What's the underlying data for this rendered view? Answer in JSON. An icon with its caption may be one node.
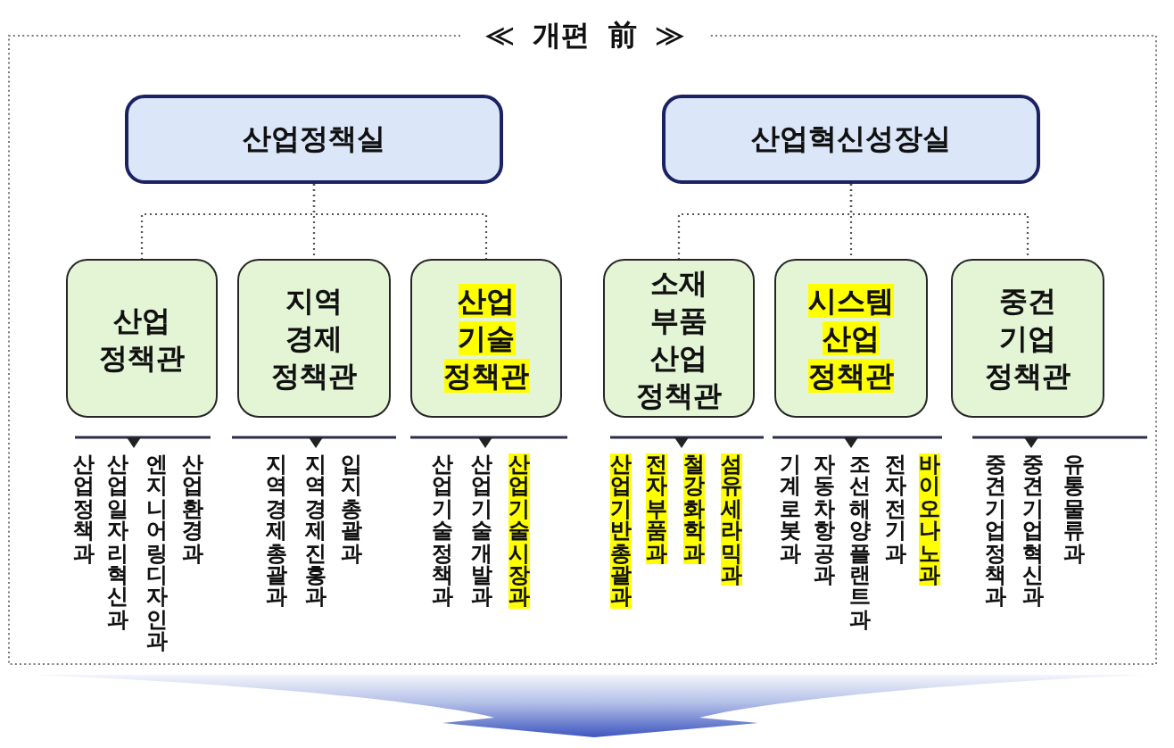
{
  "diagram": {
    "title": "≪ 개편 前 ≫",
    "nodes": [
      {
        "text": [
          "산업정책실"
        ]
      },
      {
        "text": [
          "산업혁신성장실"
        ]
      },
      {
        "text": [
          "산업 정책관"
        ],
        "beside": [
          "산업정책과",
          "산업일자리혁신과",
          "엔지니어링디자인과",
          "산업환경과"
        ]
      },
      {
        "text": [
          "지역 경제 정책관"
        ],
        "beside": [
          "지역경제총괄과",
          "지역경제진흥과",
          "입지총괄과"
        ]
      },
      {
        "text": [
          "산업 기술 정책관"
        ],
        "beside": [
          "산업기술정책과",
          "산업기술개발과",
          "산업기술시장과"
        ]
      },
      {
        "text": [
          "소재 부품 산업 정책관"
        ],
        "beside": [
          "산업기반총괄과",
          "전자부품과",
          "철강화학과",
          "섬유세라믹과"
        ]
      },
      {
        "text": [
          "시스템 산업 정책관"
        ],
        "beside": [
          "기계로봇과",
          "자동차항공과",
          "조선해양플랜트과",
          "전자전기과",
          "바이오나노과"
        ]
      },
      {
        "text": [
          "중견 기업 정책관"
        ],
        "beside": [
          "중견기업정책과",
          "중견기업혁신과",
          "유통물류과"
        ]
      }
    ],
    "edges": [
      {
        "from": 0,
        "to": 2,
        "arrow": "none",
        "style": "dashed"
      },
      {
        "from": 0,
        "to": 3,
        "arrow": "none",
        "style": "dashed"
      },
      {
        "from": 0,
        "to": 4,
        "arrow": "none",
        "style": "dashed"
      },
      {
        "from": 1,
        "to": 5,
        "arrow": "none",
        "style": "dashed"
      },
      {
        "from": 1,
        "to": 6,
        "arrow": "none",
        "style": "dashed"
      },
      {
        "from": 1,
        "to": 7,
        "arrow": "none",
        "style": "dashed"
      }
    ]
  }
}
